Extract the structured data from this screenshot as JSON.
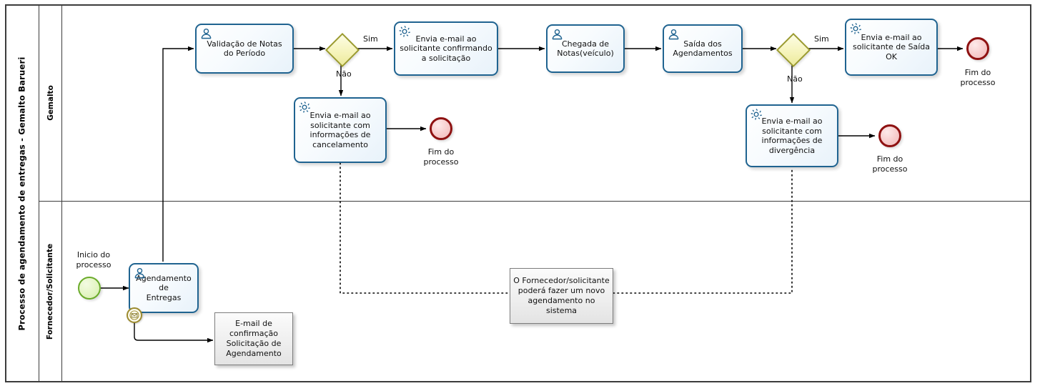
{
  "pool": {
    "title": "Processo de agendamento de entregas  -  Gemalto Barueri",
    "lanes": [
      {
        "id": "gemalto",
        "label": "Gemalto"
      },
      {
        "id": "fornecedor",
        "label": "Fornecedor/Solicitante"
      }
    ]
  },
  "events": {
    "start": {
      "label": "Inicio do\nprocesso"
    },
    "end_cancelamento": {
      "label": "Fim do\nprocesso"
    },
    "end_ok": {
      "label": "Fim do\nprocesso"
    },
    "end_divergencia": {
      "label": "Fim do\nprocesso"
    }
  },
  "tasks": {
    "validacao": {
      "label": "Validação de Notas\ndo Período",
      "icon": "user-task-icon"
    },
    "email_confirmacao": {
      "label": "Envia e-mail ao\nsolicitante confirmando\na solicitação",
      "icon": "service-task-gear-icon"
    },
    "chegada": {
      "label": "Chegada de\nNotas(veículo)",
      "icon": "user-task-icon"
    },
    "saida": {
      "label": "Saída dos\nAgendamentos",
      "icon": "user-task-icon"
    },
    "email_saida_ok": {
      "label": "Envia e-mail ao\nsolicitante de Saída\nOK",
      "icon": "service-task-gear-icon"
    },
    "email_cancelamento": {
      "label": "Envia e-mail ao\nsolicitante com\ninformações de\ncancelamento",
      "icon": "service-task-gear-icon"
    },
    "email_divergencia": {
      "label": "Envia e-mail ao\nsolicitante com\ninformações de\ndivergência",
      "icon": "service-task-gear-icon"
    },
    "agendamento": {
      "label": "Agendamento de\nEntregas",
      "icon": "user-task-icon"
    }
  },
  "gateways": {
    "gw1": {
      "name": "gateway-validacao"
    },
    "gw2": {
      "name": "gateway-saida"
    }
  },
  "flow_labels": {
    "gw1_yes": "Sim",
    "gw1_no": "Não",
    "gw2_yes": "Sim",
    "gw2_no": "Não"
  },
  "artifacts": {
    "email_confirmacao_doc": {
      "label": "E-mail de\nconfirmação\nSolicitação de\nAgendamento"
    },
    "annotation": {
      "label": "O Fornecedor/solicitante\npoderá fazer um novo\nagendamento no sistema"
    }
  },
  "colors": {
    "task_border": "#1f6390",
    "gateway_border": "#9a9a2e",
    "start_border": "#6aab2a",
    "end_border": "#8e1111",
    "frame": "#3c3c3c",
    "message_border": "#9c8b2e"
  }
}
